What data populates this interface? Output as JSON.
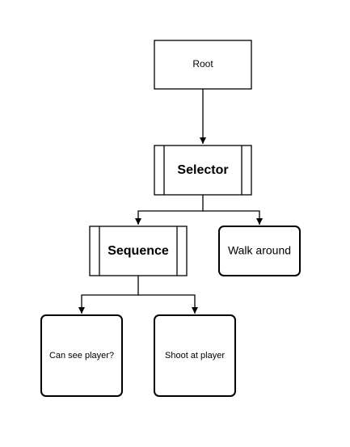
{
  "diagram": {
    "nodes": {
      "root": {
        "label": "Root",
        "shape": "rectangle"
      },
      "selector": {
        "label": "Selector",
        "shape": "process"
      },
      "sequence": {
        "label": "Sequence",
        "shape": "process"
      },
      "walk_around": {
        "label": "Walk around",
        "shape": "rounded-rectangle"
      },
      "can_see_player": {
        "label": "Can see player?",
        "shape": "rounded-rectangle"
      },
      "shoot_at_player": {
        "label": "Shoot at player",
        "shape": "rounded-rectangle"
      }
    },
    "edges": [
      {
        "from": "Root",
        "to": "Selector"
      },
      {
        "from": "Selector",
        "to": "Sequence"
      },
      {
        "from": "Selector",
        "to": "Walk around"
      },
      {
        "from": "Sequence",
        "to": "Can see player?"
      },
      {
        "from": "Sequence",
        "to": "Shoot at player"
      }
    ]
  }
}
